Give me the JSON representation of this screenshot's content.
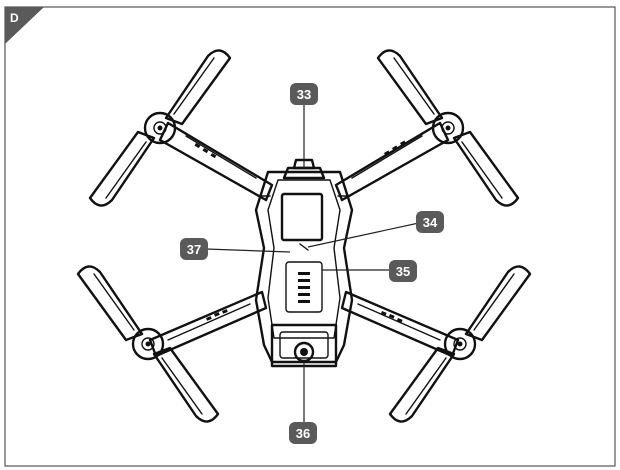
{
  "panel": {
    "label": "D",
    "border_color": "#555555",
    "badge_color": "#5a5a5a"
  },
  "callouts": [
    {
      "id": "c33",
      "label": "33"
    },
    {
      "id": "c34",
      "label": "34"
    },
    {
      "id": "c35",
      "label": "35"
    },
    {
      "id": "c36",
      "label": "36"
    },
    {
      "id": "c37",
      "label": "37"
    }
  ]
}
